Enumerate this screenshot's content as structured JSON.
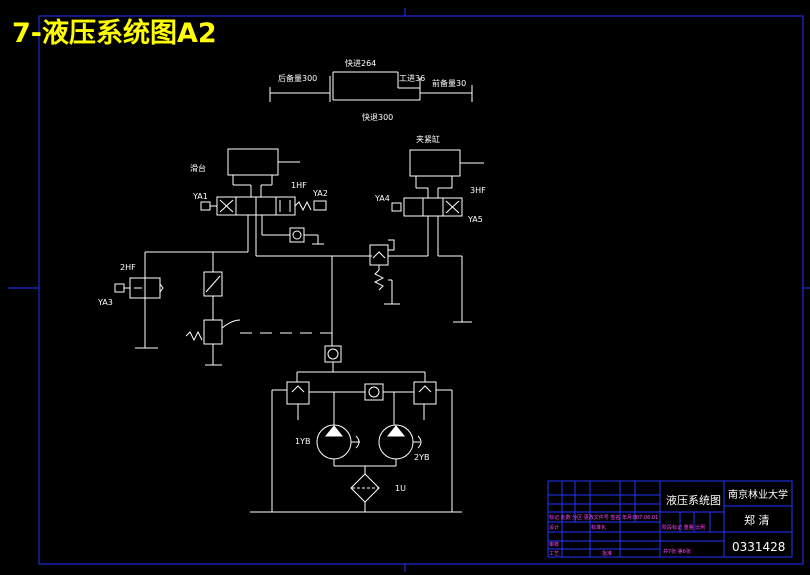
{
  "title": "7-液压系统图A2",
  "cycle": {
    "fast_advance": "快进264",
    "rear_margin": "后备量300",
    "work_feed": "工进36",
    "front_margin": "前备量30",
    "fast_return": "快退300"
  },
  "labels": {
    "slide": "滑台",
    "clamp_cylinder": "夹紧缸",
    "ya1": "YA1",
    "hf1": "1HF",
    "ya2": "YA2",
    "ya4": "YA4",
    "hf3": "3HF",
    "ya5": "YA5",
    "hf2": "2HF",
    "ya3": "YA3",
    "pump1": "1YB",
    "pump2": "2YB",
    "filter": "1U"
  },
  "title_block": {
    "drawing_name": "液压系统图",
    "school": "南京林业大学",
    "author": "郑 清",
    "number": "0331428",
    "sheet_info": "共7张 第6张",
    "row_marks": "标记 处数 分区 更改文件号 签名 年月日",
    "row_design": "设计",
    "row_std": "标准化",
    "row_scale": "阶段标记 重量 比例",
    "row_review": "审核",
    "row_process": "工艺",
    "row_approve": "批准",
    "date_mark": "07.06.01"
  }
}
